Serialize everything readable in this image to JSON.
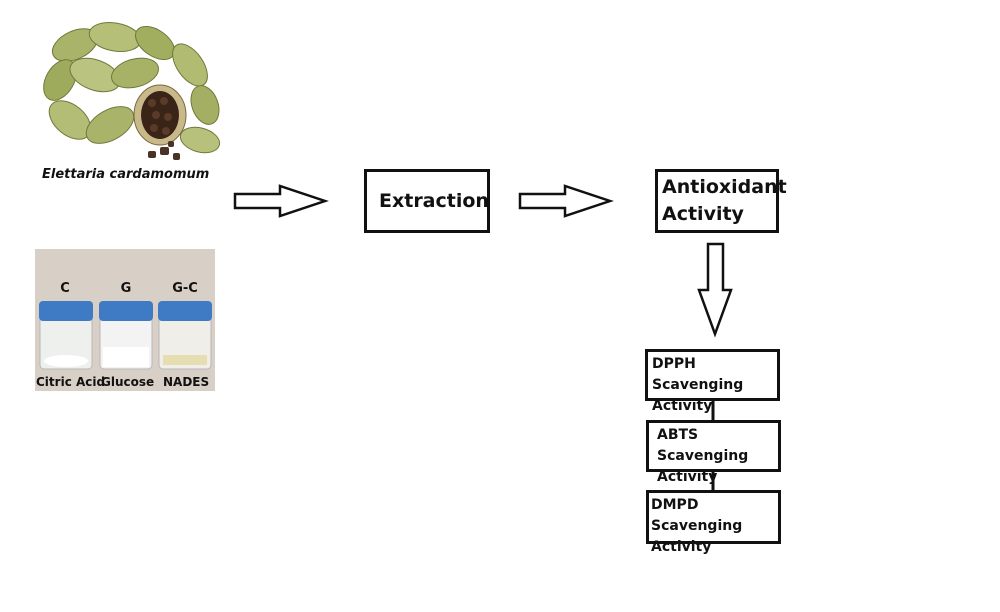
{
  "spice": {
    "label": "Elettaria cardamomum"
  },
  "vials": [
    {
      "letter": "C",
      "label": "Citric Acid"
    },
    {
      "letter": "G",
      "label": "Glucose"
    },
    {
      "letter": "G-C",
      "label": "NADES"
    }
  ],
  "steps": {
    "extraction": "Extraction",
    "antioxidant_line1": "Antioxidant",
    "antioxidant_line2": "Activity"
  },
  "assays": [
    {
      "line1": "DPPH Scavenging",
      "line2": "Activity"
    },
    {
      "line1": "ABTS Scavenging",
      "line2": "Activity"
    },
    {
      "line1": "DMPD Scavenging",
      "line2": "Activity"
    }
  ]
}
